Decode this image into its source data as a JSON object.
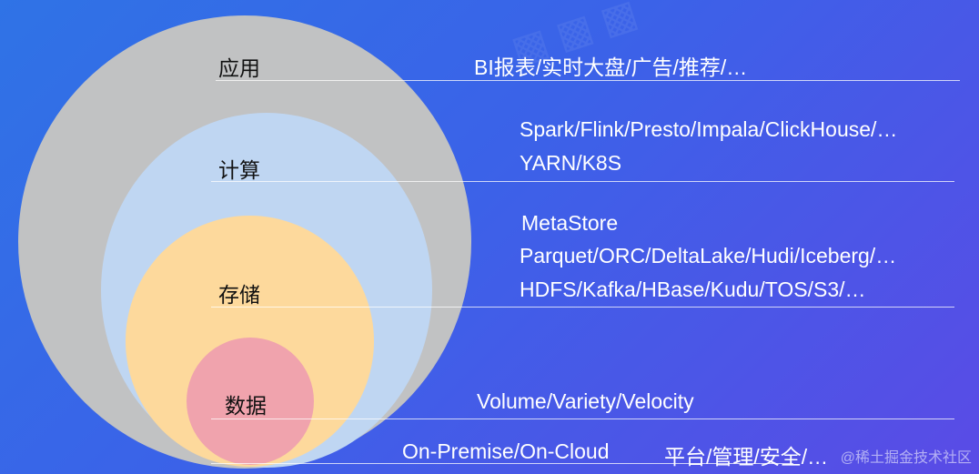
{
  "layers": [
    {
      "name": "应用",
      "lines": [
        "BI报表/实时大盘/广告/推荐/…"
      ]
    },
    {
      "name": "计算",
      "lines": [
        "Spark/Flink/Presto/Impala/ClickHouse/…",
        "YARN/K8S"
      ]
    },
    {
      "name": "存储",
      "lines": [
        "MetaStore",
        "Parquet/ORC/DeltaLake/Hudi/Iceberg/…",
        "HDFS/Kafka/HBase/Kudu/TOS/S3/…"
      ]
    },
    {
      "name": "数据",
      "lines": [
        "Volume/Variety/Velocity"
      ]
    }
  ],
  "footer": {
    "deployment": "On-Premise/On-Cloud",
    "platform": "平台/管理/安全/…"
  },
  "credit": "@稀土掘金技术社区",
  "colors": {
    "background_start": "#2f73e6",
    "background_end": "#5a4be6",
    "app_circle": "#c1c2c3",
    "compute_circle": "#bfd6f2",
    "storage_circle": "#fdd99c",
    "data_circle": "#f0a3ad"
  }
}
